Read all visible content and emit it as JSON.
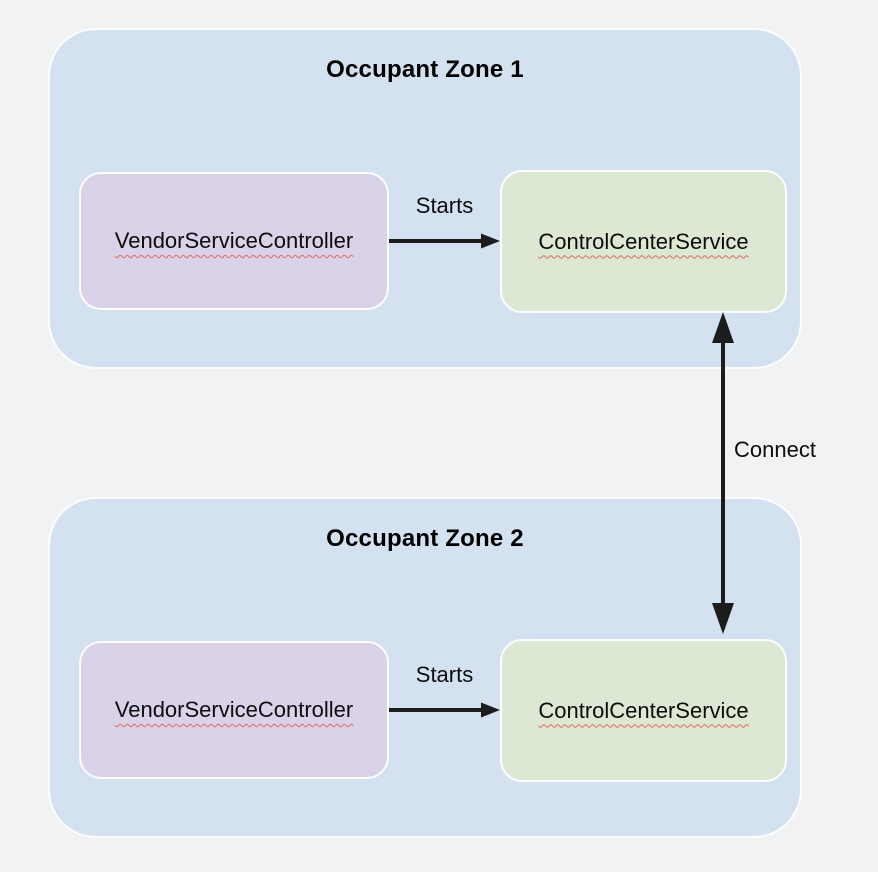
{
  "diagram": {
    "zones": [
      {
        "title": "Occupant Zone 1",
        "controller_label": "VendorServiceController",
        "service_label": "ControlCenterService",
        "starts_label": "Starts"
      },
      {
        "title": "Occupant Zone 2",
        "controller_label": "VendorServiceController",
        "service_label": "ControlCenterService",
        "starts_label": "Starts"
      }
    ],
    "connect_label": "Connect",
    "colors": {
      "background": "#f1f2f4",
      "zone_fill": "#d4e1f0",
      "controller_fill": "#d9d2e8",
      "service_fill": "#dce8d3",
      "arrow": "#1c1c1c",
      "text": "#0c0c0c",
      "squiggle": "#e0685c",
      "shape_border": "#fdfdfe"
    }
  }
}
